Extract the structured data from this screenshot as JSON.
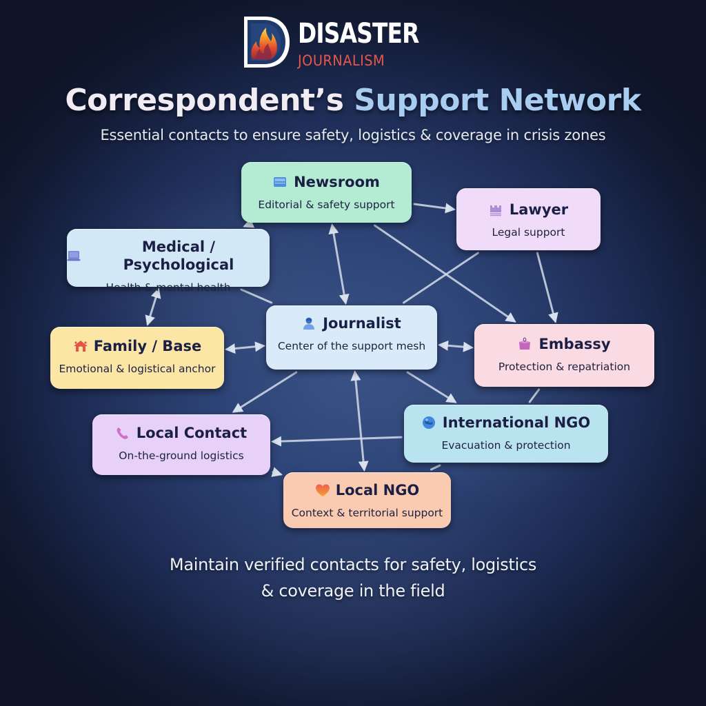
{
  "brand": {
    "logo_icon": "flame-d-logo-icon",
    "name_line1": "DISASTER",
    "name_line2": "JOURNALISM",
    "name_line1_color": "#ffffff",
    "name_line2_color": "#e5574d"
  },
  "header": {
    "title_part1": "Correspondent’s",
    "title_part2": "Support Network",
    "title_part1_color": "#f1ecf4",
    "title_part2_color": "#a9cdf0",
    "subtitle": "Essential contacts to ensure safety, logistics & coverage in crisis zones"
  },
  "nodes": {
    "newsroom": {
      "icon": "newsroom-monitor-icon",
      "label": "Newsroom",
      "description": "Editorial & safety support",
      "color": "#b3ecd3"
    },
    "lawyer": {
      "icon": "castle-tower-icon",
      "label": "Lawyer",
      "description": "Legal support",
      "color": "#f0dcf8"
    },
    "medical": {
      "icon": "laptop-icon",
      "label": "Medical / Psychological",
      "description": "Health & mental health",
      "color": "#d3e8f7"
    },
    "journalist": {
      "icon": "person-icon",
      "label": "Journalist",
      "description": "Center of the support mesh",
      "color": "#d9ebf8"
    },
    "family": {
      "icon": "home-icon",
      "label": "Family / Base",
      "description": "Emotional & logistical anchor",
      "color": "#fbe6a6"
    },
    "embassy": {
      "icon": "ballot-box-icon",
      "label": "Embassy",
      "description": "Protection & repatriation",
      "color": "#fbdbe3"
    },
    "local_contact": {
      "icon": "phone-icon",
      "label": "Local Contact",
      "description": "On-the-ground logistics",
      "color": "#e8d1f8"
    },
    "international_ngo": {
      "icon": "globe-icon",
      "label": "International NGO",
      "description": "Evacuation & protection",
      "color": "#b9e4ef"
    },
    "local_ngo": {
      "icon": "heart-icon",
      "label": "Local NGO",
      "description": "Context & territorial support",
      "color": "#fbcbb1"
    }
  },
  "edges": [
    {
      "from": "newsroom",
      "to": "lawyer",
      "direction": "forward"
    },
    {
      "from": "newsroom",
      "to": "medical",
      "direction": "forward"
    },
    {
      "from": "newsroom",
      "to": "journalist",
      "direction": "both"
    },
    {
      "from": "newsroom",
      "to": "embassy",
      "direction": "forward"
    },
    {
      "from": "lawyer",
      "to": "embassy",
      "direction": "forward"
    },
    {
      "from": "lawyer",
      "to": "journalist",
      "direction": "none"
    },
    {
      "from": "medical",
      "to": "family",
      "direction": "both"
    },
    {
      "from": "medical",
      "to": "journalist",
      "direction": "none"
    },
    {
      "from": "family",
      "to": "journalist",
      "direction": "both"
    },
    {
      "from": "journalist",
      "to": "embassy",
      "direction": "both"
    },
    {
      "from": "journalist",
      "to": "local_contact",
      "direction": "forward"
    },
    {
      "from": "journalist",
      "to": "local_ngo",
      "direction": "both"
    },
    {
      "from": "journalist",
      "to": "international_ngo",
      "direction": "forward"
    },
    {
      "from": "embassy",
      "to": "international_ngo",
      "direction": "none"
    },
    {
      "from": "international_ngo",
      "to": "local_contact",
      "direction": "forward"
    },
    {
      "from": "local_contact",
      "to": "local_ngo",
      "direction": "forward"
    },
    {
      "from": "international_ngo",
      "to": "local_ngo",
      "direction": "none"
    }
  ],
  "footer": {
    "line1": "Maintain verified contacts for safety, logistics",
    "line2": "& coverage in the field"
  }
}
